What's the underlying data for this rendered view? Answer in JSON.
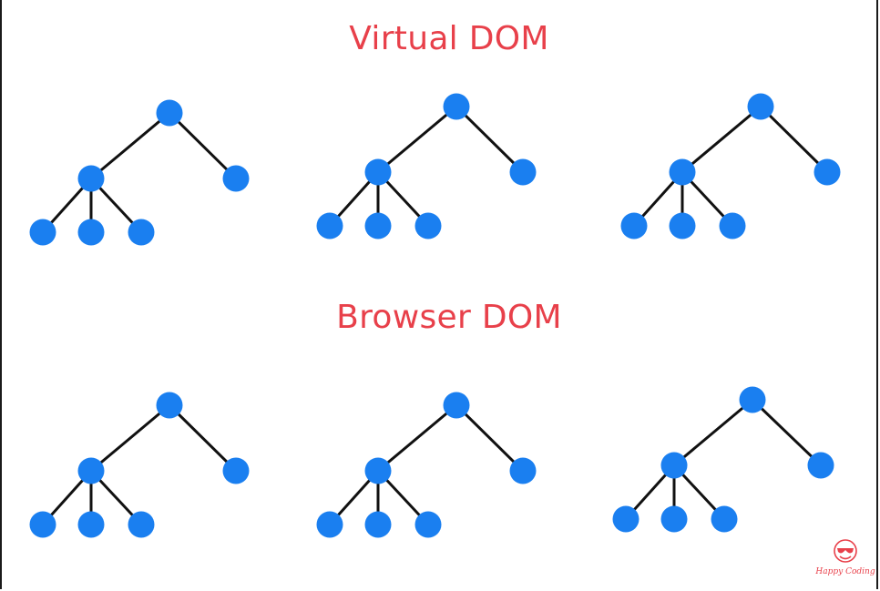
{
  "titles": {
    "virtual": "Virtual DOM",
    "browser": "Browser DOM"
  },
  "colors": {
    "title": "#e8404a",
    "node": "#1a7ff0",
    "edge": "#111111",
    "watermark": "#e8404a"
  },
  "diagram": {
    "tree_structure": {
      "nodes": [
        "root",
        "child",
        "leaf-right",
        "grandchild-1",
        "grandchild-2",
        "grandchild-3"
      ],
      "edges": [
        [
          "root",
          "child"
        ],
        [
          "root",
          "leaf-right"
        ],
        [
          "child",
          "grandchild-1"
        ],
        [
          "child",
          "grandchild-2"
        ],
        [
          "child",
          "grandchild-3"
        ]
      ]
    },
    "rows": [
      {
        "label_key": "virtual",
        "tree_count": 3
      },
      {
        "label_key": "browser",
        "tree_count": 3
      }
    ]
  },
  "watermark": {
    "text": "Happy Coding",
    "icon": "smiley-sunglasses-icon"
  }
}
